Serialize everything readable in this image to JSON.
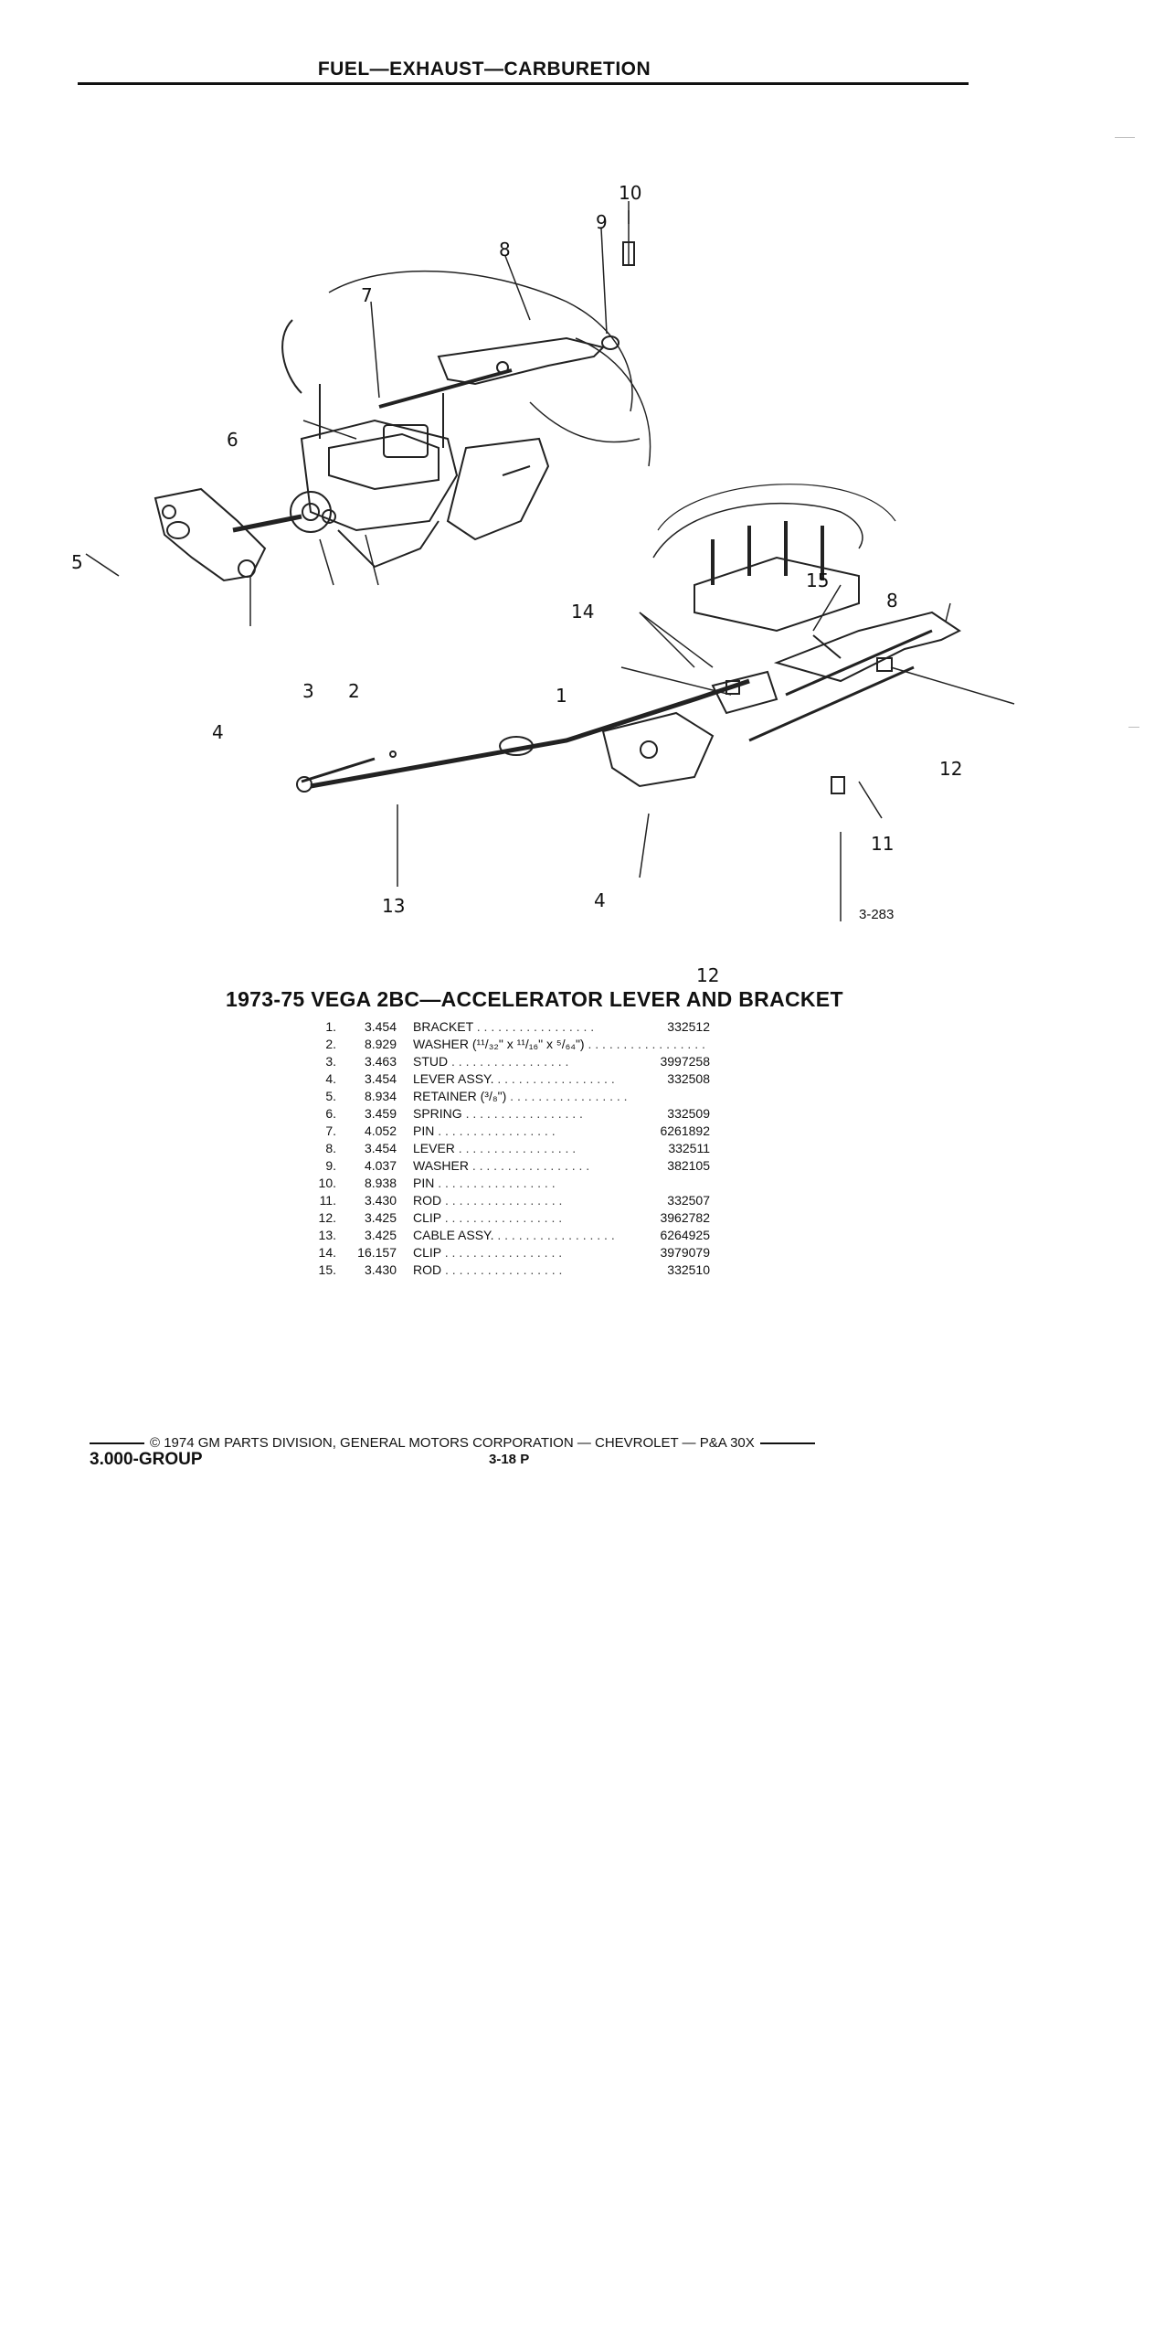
{
  "header": {
    "title": "FUEL—EXHAUST—CARBURETION"
  },
  "diagram": {
    "figure_code": "3-283",
    "callouts": [
      "10",
      "9",
      "8",
      "7",
      "6",
      "5",
      "3",
      "2",
      "4",
      "14",
      "15",
      "8",
      "1",
      "12",
      "11",
      "13",
      "4",
      "12"
    ]
  },
  "parts": {
    "title": "1973-75 VEGA 2BC—ACCELERATOR LEVER AND BRACKET",
    "rows": [
      {
        "no": "1.",
        "group": "3.454",
        "desc": "BRACKET",
        "part": "332512"
      },
      {
        "no": "2.",
        "group": "8.929",
        "desc": "WASHER (¹¹/₃₂\" x ¹¹/₁₆\" x ⁵/₆₄\")",
        "part": ""
      },
      {
        "no": "3.",
        "group": "3.463",
        "desc": "STUD",
        "part": "3997258"
      },
      {
        "no": "4.",
        "group": "3.454",
        "desc": "LEVER ASSY.",
        "part": "332508"
      },
      {
        "no": "5.",
        "group": "8.934",
        "desc": "RETAINER (³/₈\")",
        "part": ""
      },
      {
        "no": "6.",
        "group": "3.459",
        "desc": "SPRING",
        "part": "332509"
      },
      {
        "no": "7.",
        "group": "4.052",
        "desc": "PIN",
        "part": "6261892"
      },
      {
        "no": "8.",
        "group": "3.454",
        "desc": "LEVER",
        "part": "332511"
      },
      {
        "no": "9.",
        "group": "4.037",
        "desc": "WASHER",
        "part": "382105"
      },
      {
        "no": "10.",
        "group": "8.938",
        "desc": "PIN",
        "part": ""
      },
      {
        "no": "11.",
        "group": "3.430",
        "desc": "ROD",
        "part": "332507"
      },
      {
        "no": "12.",
        "group": "3.425",
        "desc": "CLIP",
        "part": "3962782"
      },
      {
        "no": "13.",
        "group": "3.425",
        "desc": "CABLE ASSY.",
        "part": "6264925"
      },
      {
        "no": "14.",
        "group": "16.157",
        "desc": "CLIP",
        "part": "3979079"
      },
      {
        "no": "15.",
        "group": "3.430",
        "desc": "ROD",
        "part": "332510"
      }
    ]
  },
  "footer": {
    "copyright": "© 1974 GM PARTS DIVISION, GENERAL MOTORS CORPORATION — CHEVROLET — P&A 30X",
    "group": "3.000-GROUP",
    "page": "3-18 P"
  }
}
